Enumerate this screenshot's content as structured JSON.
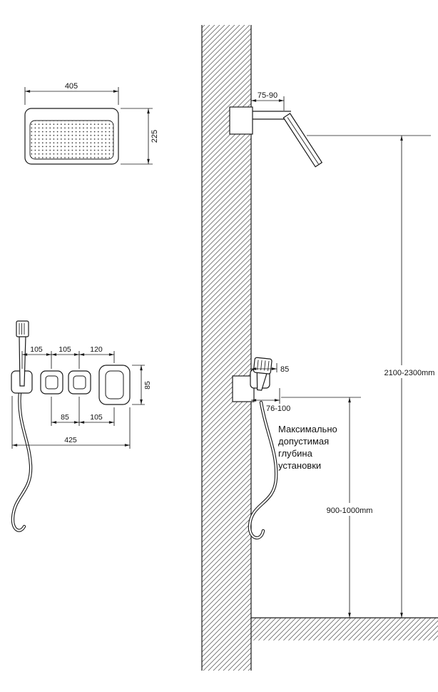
{
  "colors": {
    "background": "#ffffff",
    "line": "#1a1a1a"
  },
  "overhead_shower_view": {
    "width_mm": "405",
    "depth_mm": "225"
  },
  "mixer_panel_view": {
    "pitch_1": "105",
    "pitch_2": "105",
    "pitch_3": "120",
    "body_height": "85",
    "lower_pitch_1": "85",
    "lower_pitch_2": "105",
    "overall_width": "425"
  },
  "wall_section_view": {
    "head_offset": "75-90",
    "handset_offset": "85",
    "valve_recess": "76-100",
    "head_install_height": "2100-2300mm",
    "handset_install_height": "900-1000mm",
    "note": [
      "Максимально",
      "допустимая",
      "глубина",
      "установки"
    ]
  }
}
